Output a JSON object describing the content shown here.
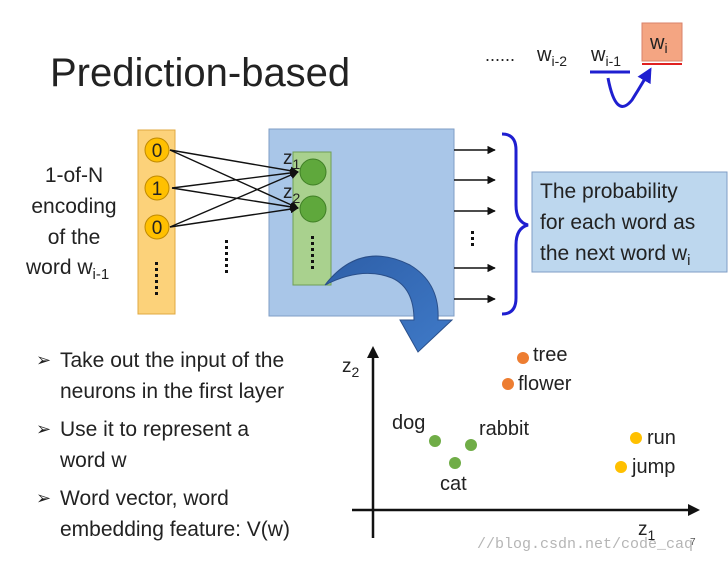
{
  "title": "Prediction-based",
  "sequence": {
    "dots": "......",
    "w_i2": {
      "base": "w",
      "sub": "i-2"
    },
    "w_i1": {
      "base": "w",
      "sub": "i-1"
    },
    "w_i": {
      "base": "w",
      "sub": "i"
    }
  },
  "input_label": {
    "line1": "1-of-N",
    "line2": "encoding",
    "line3": "of the",
    "line4_base": "word w",
    "line4_sub": "i-1"
  },
  "input_bits": [
    "0",
    "1",
    "0"
  ],
  "hidden_labels": [
    {
      "base": "z",
      "sub": "1"
    },
    {
      "base": "z",
      "sub": "2"
    }
  ],
  "output_box": {
    "line1": "The probability",
    "line2": "for each word as",
    "line3_base": "the next word w",
    "line3_sub": "i"
  },
  "bullets": [
    {
      "line1": "Take out the input of the",
      "line2": "neurons in the first layer"
    },
    {
      "line1": "Use it to represent a",
      "line2": "word w"
    },
    {
      "line1": "Word vector, word",
      "line2": "embedding feature: V(w)"
    }
  ],
  "plot": {
    "y_axis": {
      "base": "z",
      "sub": "2"
    },
    "x_axis": {
      "base": "z",
      "sub": "1"
    },
    "points": [
      {
        "label": "tree",
        "color": "#ed7d31"
      },
      {
        "label": "flower",
        "color": "#ed7d31"
      },
      {
        "label": "dog",
        "color": "#70ad47"
      },
      {
        "label": "rabbit",
        "color": "#70ad47"
      },
      {
        "label": "cat",
        "color": "#70ad47"
      },
      {
        "label": "run",
        "color": "#ffc000"
      },
      {
        "label": "jump",
        "color": "#ffc000"
      }
    ]
  },
  "watermark": "//blog.csdn.net/code_caq",
  "page_number": "7",
  "colors": {
    "input_bar": "#fcd27a",
    "neuron_yellow": "#ffc000",
    "hidden_box": "#a9c6e8",
    "hidden_inner": "#a9d18e",
    "neuron_green": "#5fa83c",
    "output_box": "#bdd7ee",
    "brace": "#1f1fd0",
    "wi_box": "#f4a582"
  }
}
